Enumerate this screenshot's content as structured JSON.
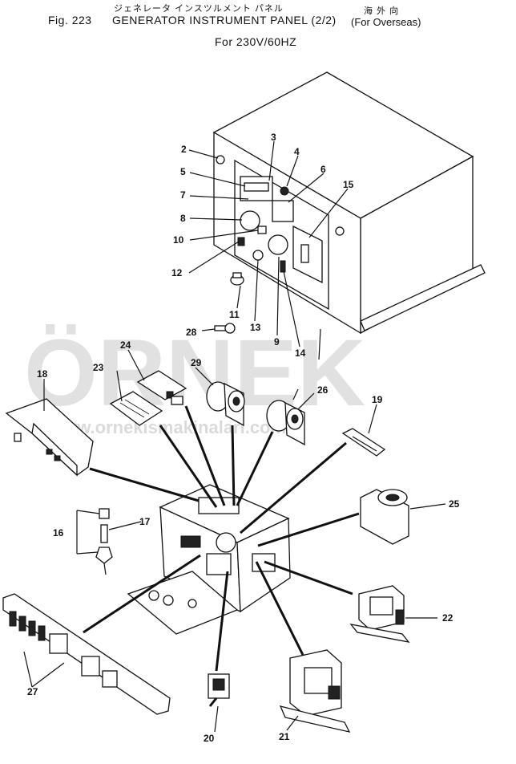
{
  "header": {
    "japanese_title": "ジェネレータ インスツルメント パネル",
    "japanese_note": "海 外 向",
    "figure_label": "Fig. 223",
    "title": "GENERATOR INSTRUMENT PANEL (2/2)",
    "note": "(For Overseas)",
    "subtitle": "For 230V/60HZ"
  },
  "watermark": {
    "logo": "ÖRNEK",
    "url": "www.ornekismakinalari.com.tr"
  },
  "labels": {
    "p2": "2",
    "p3": "3",
    "p4": "4",
    "p5": "5",
    "p6": "6",
    "p7": "7",
    "p8": "8",
    "p9": "9",
    "p10": "10",
    "p11": "11",
    "p12": "12",
    "p13": "13",
    "p14": "14",
    "p15": "15",
    "p16": "16",
    "p17": "17",
    "p18": "18",
    "p19": "19",
    "p20": "20",
    "p21": "21",
    "p22": "22",
    "p23": "23",
    "p24": "24",
    "p25": "25",
    "p26": "26",
    "p27": "27",
    "p28": "28",
    "p29": "29"
  }
}
